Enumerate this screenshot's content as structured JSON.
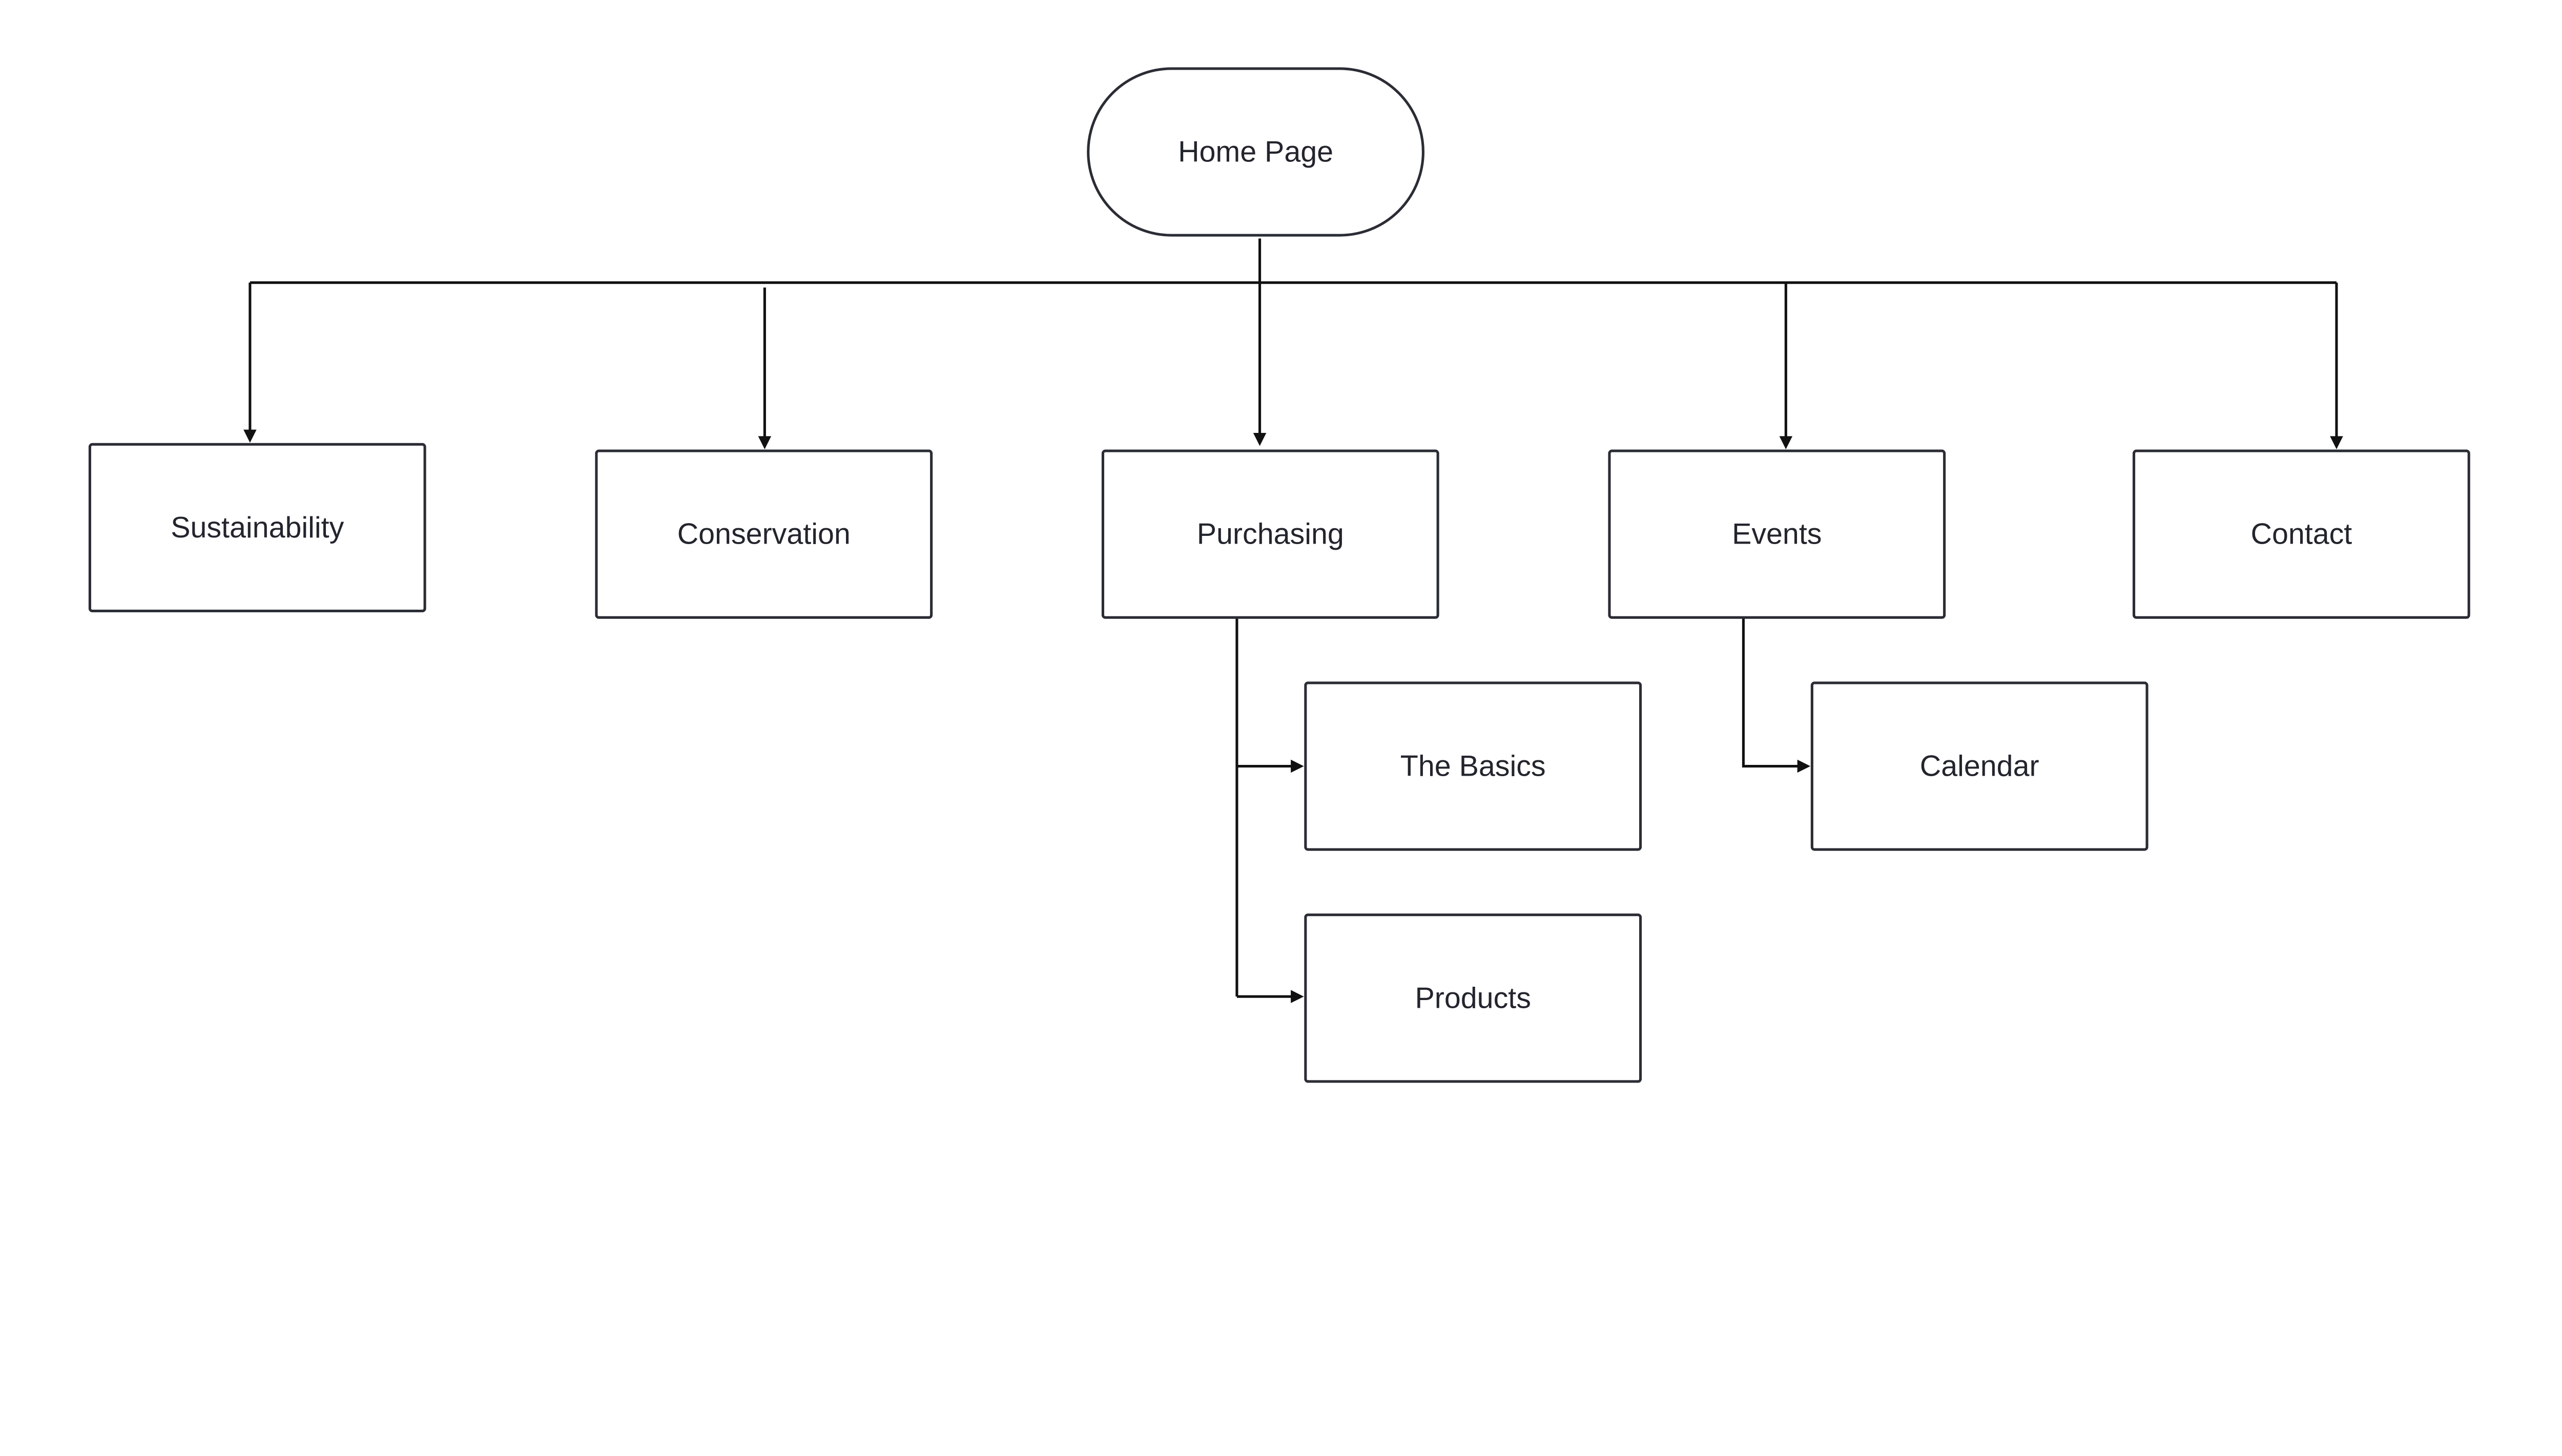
{
  "diagram": {
    "type": "sitemap-tree",
    "colors": {
      "stroke": "#2b2d35",
      "text": "#23252d",
      "arrow": "#111111",
      "background": "#ffffff"
    },
    "nodes": {
      "home": {
        "label": "Home Page",
        "shape": "terminator"
      },
      "sustainability": {
        "label": "Sustainability",
        "shape": "rectangle"
      },
      "conservation": {
        "label": "Conservation",
        "shape": "rectangle"
      },
      "purchasing": {
        "label": "Purchasing",
        "shape": "rectangle"
      },
      "events": {
        "label": "Events",
        "shape": "rectangle"
      },
      "contact": {
        "label": "Contact",
        "shape": "rectangle"
      },
      "basics": {
        "label": "The Basics",
        "shape": "rectangle"
      },
      "products": {
        "label": "Products",
        "shape": "rectangle"
      },
      "calendar": {
        "label": "Calendar",
        "shape": "rectangle"
      }
    },
    "edges": [
      {
        "from": "home",
        "to": "sustainability"
      },
      {
        "from": "home",
        "to": "conservation"
      },
      {
        "from": "home",
        "to": "purchasing"
      },
      {
        "from": "home",
        "to": "events"
      },
      {
        "from": "home",
        "to": "contact"
      },
      {
        "from": "purchasing",
        "to": "basics"
      },
      {
        "from": "purchasing",
        "to": "products"
      },
      {
        "from": "events",
        "to": "calendar"
      }
    ]
  }
}
